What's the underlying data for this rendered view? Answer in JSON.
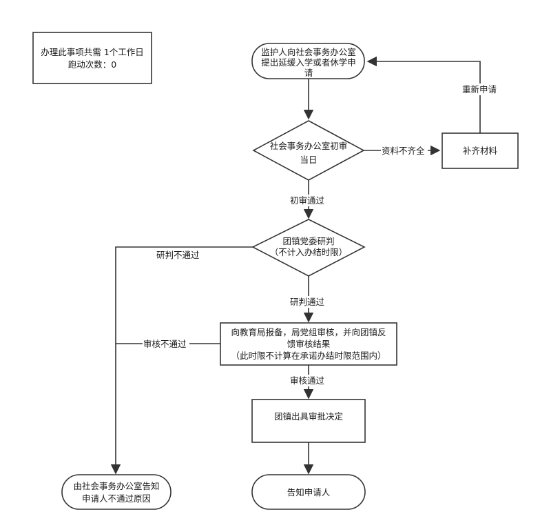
{
  "info_box": {
    "line1": "办理此事项共需 1个工作日",
    "line2": "跑动次数：0"
  },
  "nodes": {
    "start": {
      "lines": [
        "监护人向社会事务办公室",
        "提出延缓入学或者休学申",
        "请"
      ]
    },
    "initial_review": {
      "lines": [
        "社会事务办公室初审",
        "当日"
      ]
    },
    "supplement": {
      "lines": [
        "补齐材料"
      ]
    },
    "committee_review": {
      "lines": [
        "团镇党委研判",
        "（不计入办结时限）"
      ]
    },
    "education_report": {
      "lines": [
        "向教育局报备，局党组审核，并向团镇反",
        "馈审核结果",
        "（此时限不计算在承诺办结时限范围内）"
      ]
    },
    "decision": {
      "lines": [
        "团镇出具审批决定"
      ]
    },
    "notify_fail": {
      "lines": [
        "由社会事务办公室告知",
        "申请人不通过原因"
      ]
    },
    "notify": {
      "lines": [
        "告知申请人"
      ]
    }
  },
  "edges": {
    "incomplete": "资料不齐全",
    "resubmit": "重新申请",
    "initial_pass": "初审通过",
    "study_fail": "研判不通过",
    "study_pass": "研判通过",
    "review_fail": "审核不通过",
    "review_pass": "审核通过"
  }
}
